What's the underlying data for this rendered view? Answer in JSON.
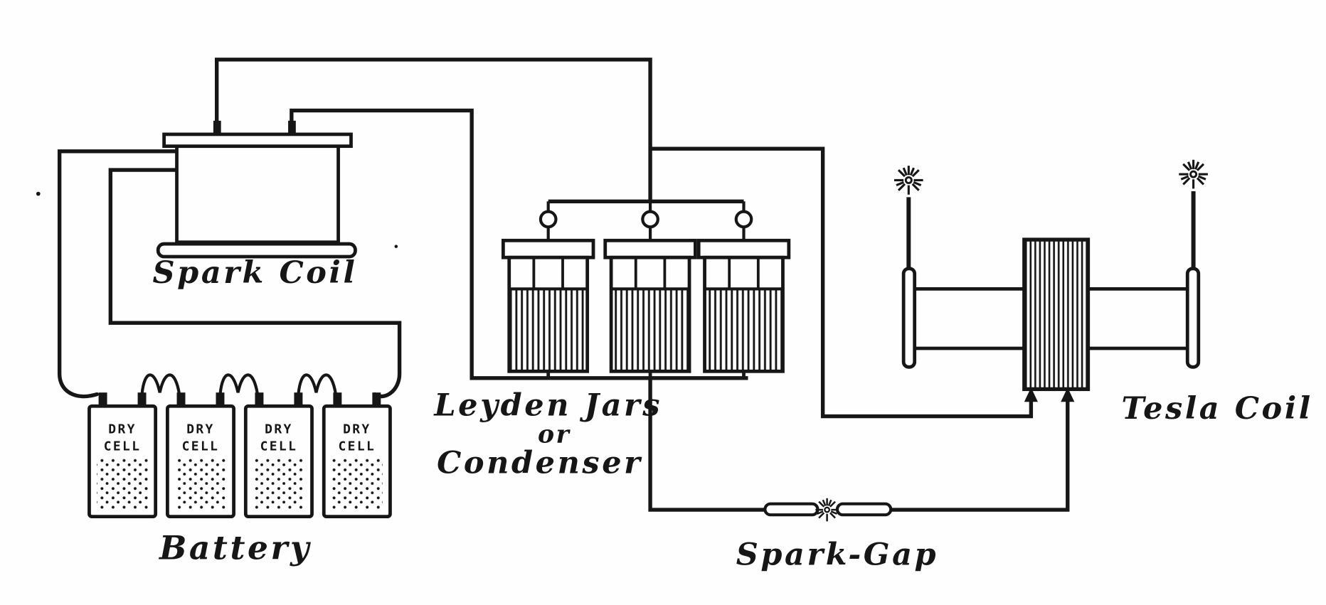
{
  "colors": {
    "ink": "#161616",
    "paper": "#fefefe"
  },
  "labels": {
    "spark_coil": "Spark Coil",
    "leyden_line1": "Leyden Jars",
    "leyden_line2": "or",
    "leyden_line3": "Condenser",
    "battery": "Battery",
    "spark_gap": "Spark-Gap",
    "tesla_coil": "Tesla Coil"
  },
  "dry_cell": {
    "line1": "DRY",
    "line2": "CELL"
  }
}
